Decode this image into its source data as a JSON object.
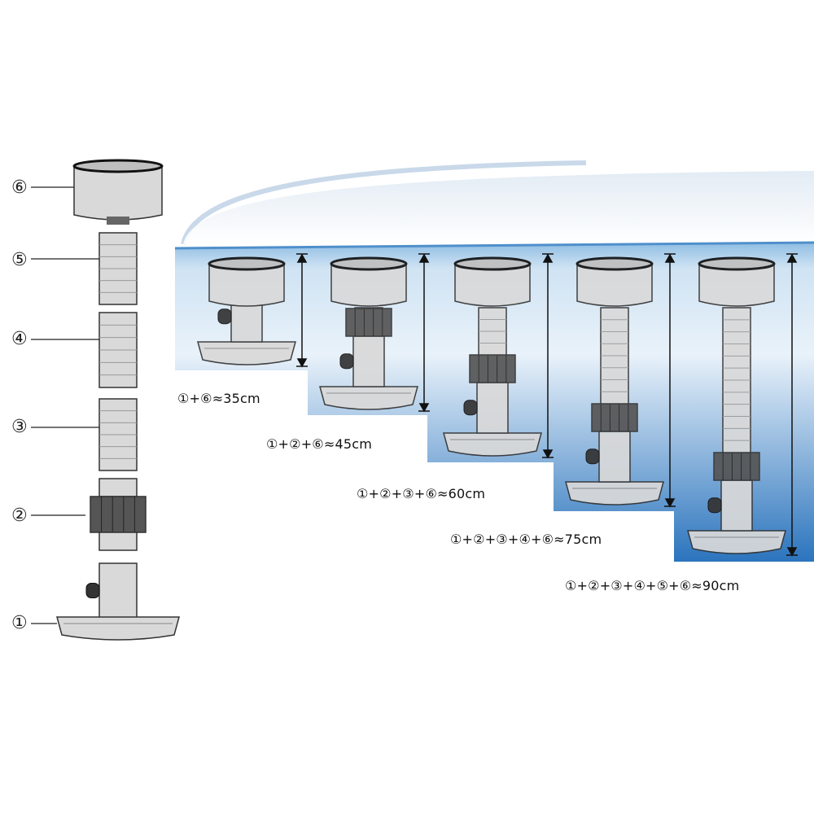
{
  "parts": [
    {
      "number": "①"
    },
    {
      "number": "②"
    },
    {
      "number": "③"
    },
    {
      "number": "④"
    },
    {
      "number": "⑤"
    },
    {
      "number": "⑥"
    }
  ],
  "configurations": [
    {
      "label": "①+⑥≈35cm"
    },
    {
      "label": "①+②+⑥≈45cm"
    },
    {
      "label": "①+②+③+⑥≈60cm"
    },
    {
      "label": "①+②+③+④+⑥≈75cm"
    },
    {
      "label": "①+②+③+④+⑤+⑥≈90cm"
    }
  ],
  "colors": {
    "water_top": "#7fb2dd",
    "water_bottom": "#1e67b1",
    "part_fill": "#d9d9d9",
    "outline": "#333333",
    "dark_ring": "#555555"
  }
}
